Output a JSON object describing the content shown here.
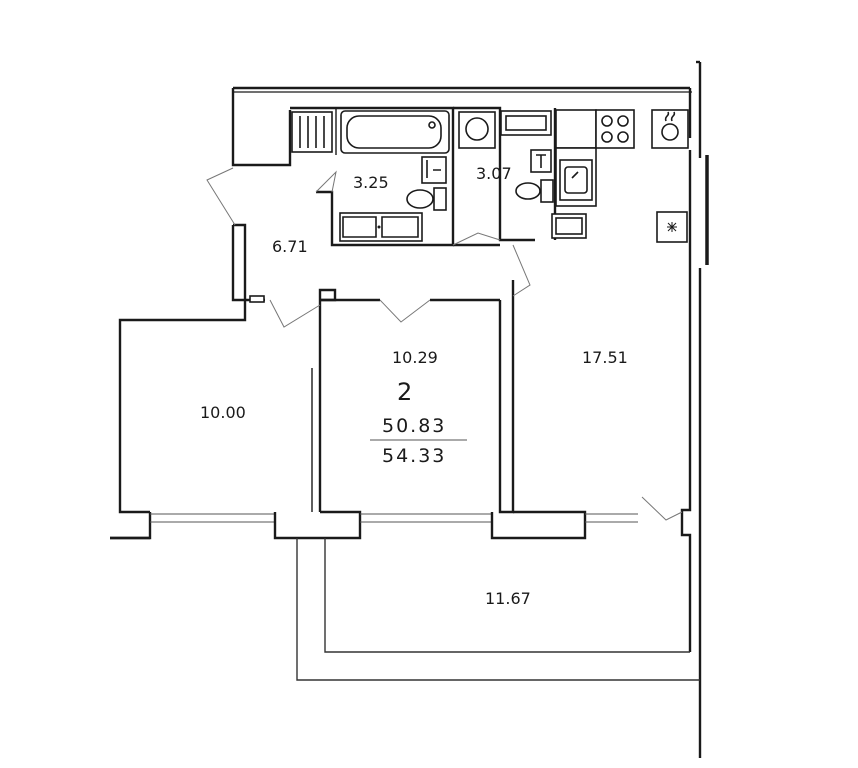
{
  "plan": {
    "rooms_count": "2",
    "area_living": "50.83",
    "area_total": "54.33",
    "rooms": {
      "bathroom": "3.25",
      "wc": "3.07",
      "hallway": "6.71",
      "bedroom_left": "10.00",
      "bedroom_center": "10.29",
      "kitchen_living": "17.51",
      "balcony": "11.67"
    }
  },
  "colors": {
    "wall": "#1a1a1a",
    "background": "#ffffff",
    "detail": "#555555"
  },
  "icons": [
    "bathtub-icon",
    "toilet-icon",
    "washbasin-icon",
    "washing-machine-icon",
    "radiator-icon",
    "stove-icon",
    "kitchen-sink-icon",
    "gas-boiler-icon",
    "ventilation-icon"
  ]
}
